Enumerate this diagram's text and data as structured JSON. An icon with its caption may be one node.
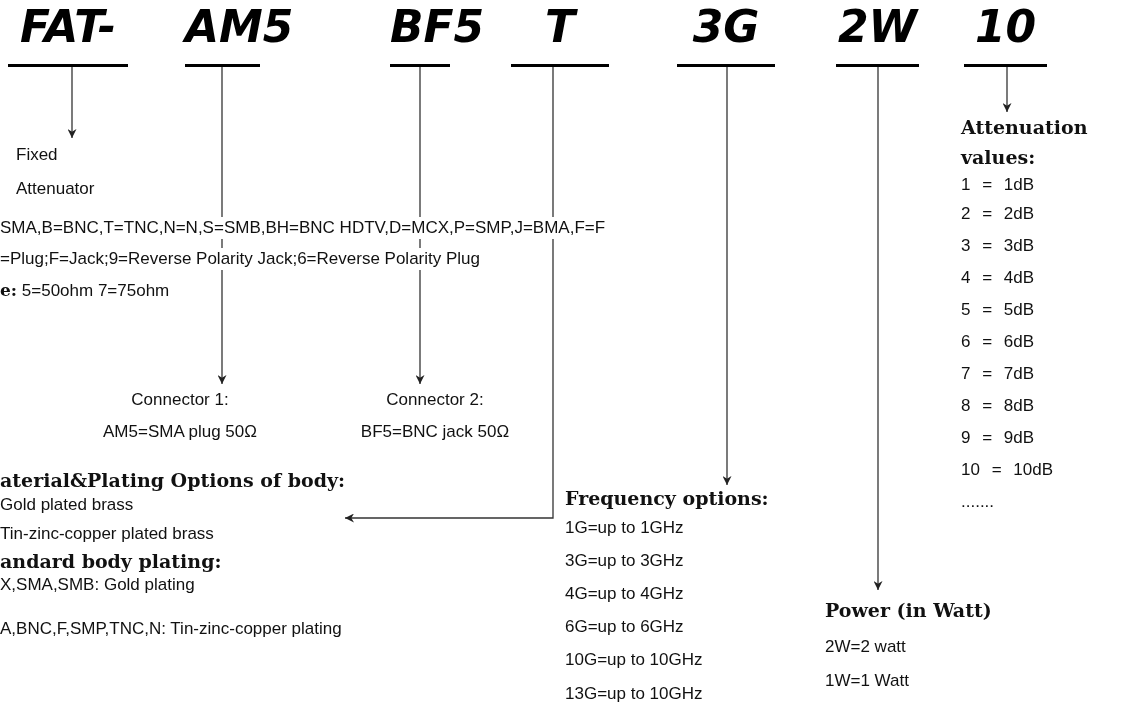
{
  "diagram": {
    "nodes": [
      {
        "text": [
          "FAT-"
        ]
      },
      {
        "text": [
          "AM5"
        ]
      },
      {
        "text": [
          "BF5"
        ]
      },
      {
        "text": [
          "T"
        ]
      },
      {
        "text": [
          "3G"
        ]
      },
      {
        "text": [
          "2W"
        ]
      },
      {
        "text": [
          "10"
        ]
      },
      {
        "text": [
          "Fixed Attenuator"
        ]
      },
      {
        "text": [
          "Connector 1:",
          "AM5=SMA plug 50Ω"
        ]
      },
      {
        "text": [
          "Connector 2:",
          "BF5=BNC jack 50Ω"
        ]
      },
      {
        "text": [
          "aterial&Plating Options of body:",
          "Gold plated brass",
          "Tin-zinc-copper plated brass"
        ]
      },
      {
        "text": [
          "Frequency options:",
          "1G=up to 1GHz",
          "3G=up to 3GHz",
          "4G=up to 4GHz",
          "6G=up to 6GHz",
          "10G=up to 10GHz",
          "13G=up to 10GHz"
        ]
      },
      {
        "text": [
          "Power (in Watt)",
          "2W=2 watt",
          "1W=1 Watt"
        ]
      },
      {
        "text": [
          "Attenuation values:",
          "1 = 1dB",
          "2 = 2dB",
          "3 = 3dB",
          "4 = 4dB",
          "5 = 5dB",
          "6 = 6dB",
          "7 = 7dB",
          "8 = 8dB",
          "9 = 9dB",
          "10 = 10dB",
          "......."
        ]
      }
    ],
    "edges": [
      {
        "from": 0,
        "to": 7,
        "arrow": "to"
      },
      {
        "from": 1,
        "to": 8,
        "arrow": "to"
      },
      {
        "from": 2,
        "to": 9,
        "arrow": "to"
      },
      {
        "from": 3,
        "to": 10,
        "arrow": "to"
      },
      {
        "from": 4,
        "to": 11,
        "arrow": "to"
      },
      {
        "from": 5,
        "to": 12,
        "arrow": "to"
      },
      {
        "from": 6,
        "to": 13,
        "arrow": "to"
      }
    ],
    "labels": [
      "SMA,B=BNC,T=TNC,N=N,S=SMB,BH=BNC HDTV,D=MCX,P=SMP,J=BMA,F=F",
      "=Plug;F=Jack;9=Reverse Polarity Jack;6=Reverse Polarity Plug",
      "**e:** 5=50ohm 7=75ohm",
      "andard body plating:",
      "X,SMA,SMB: Gold plating",
      "A,BNC,F,SMP,TNC,N: Tin-zinc-copper plating"
    ]
  }
}
